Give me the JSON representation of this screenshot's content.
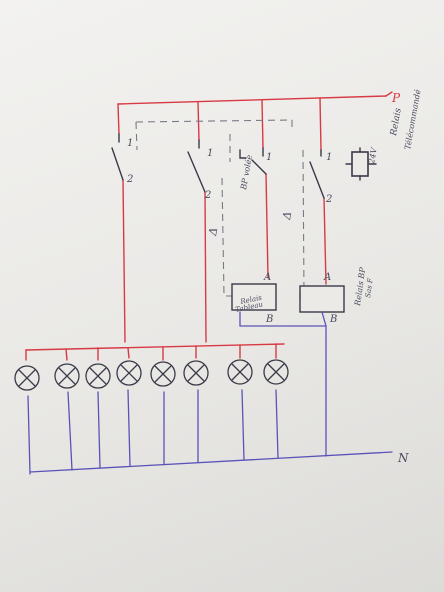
{
  "diagram": {
    "terminals": {
      "phase": "P",
      "neutral": "N"
    },
    "remote_relay": {
      "label_line1": "Relais",
      "label_line2": "Télécommandé",
      "voltage": "24V"
    },
    "switches": [
      {
        "top": "1",
        "bottom": "2"
      },
      {
        "top": "1",
        "bottom": "2"
      },
      {
        "top": "1",
        "bottom": ""
      },
      {
        "top": "1",
        "bottom": "2"
      }
    ],
    "bp_label": "BP volée",
    "delta_marks": [
      "Δ",
      "Δ"
    ],
    "relay_tableau": {
      "label_line1": "Relais",
      "label_line2": "Tableau",
      "terminal_a": "A",
      "terminal_b": "B"
    },
    "relay_bp": {
      "label_line1": "Relais BP",
      "label_line2": "Sas F",
      "terminal_a": "A",
      "terminal_b": "B"
    },
    "lamps": [
      "lamp-1",
      "lamp-2",
      "lamp-3",
      "lamp-4",
      "lamp-5",
      "lamp-6",
      "lamp-7",
      "lamp-8"
    ],
    "colors": {
      "phase": "#d83a44",
      "neutral": "#5b52b8",
      "control": "#7a7a86",
      "ink": "#3a3a48"
    }
  }
}
